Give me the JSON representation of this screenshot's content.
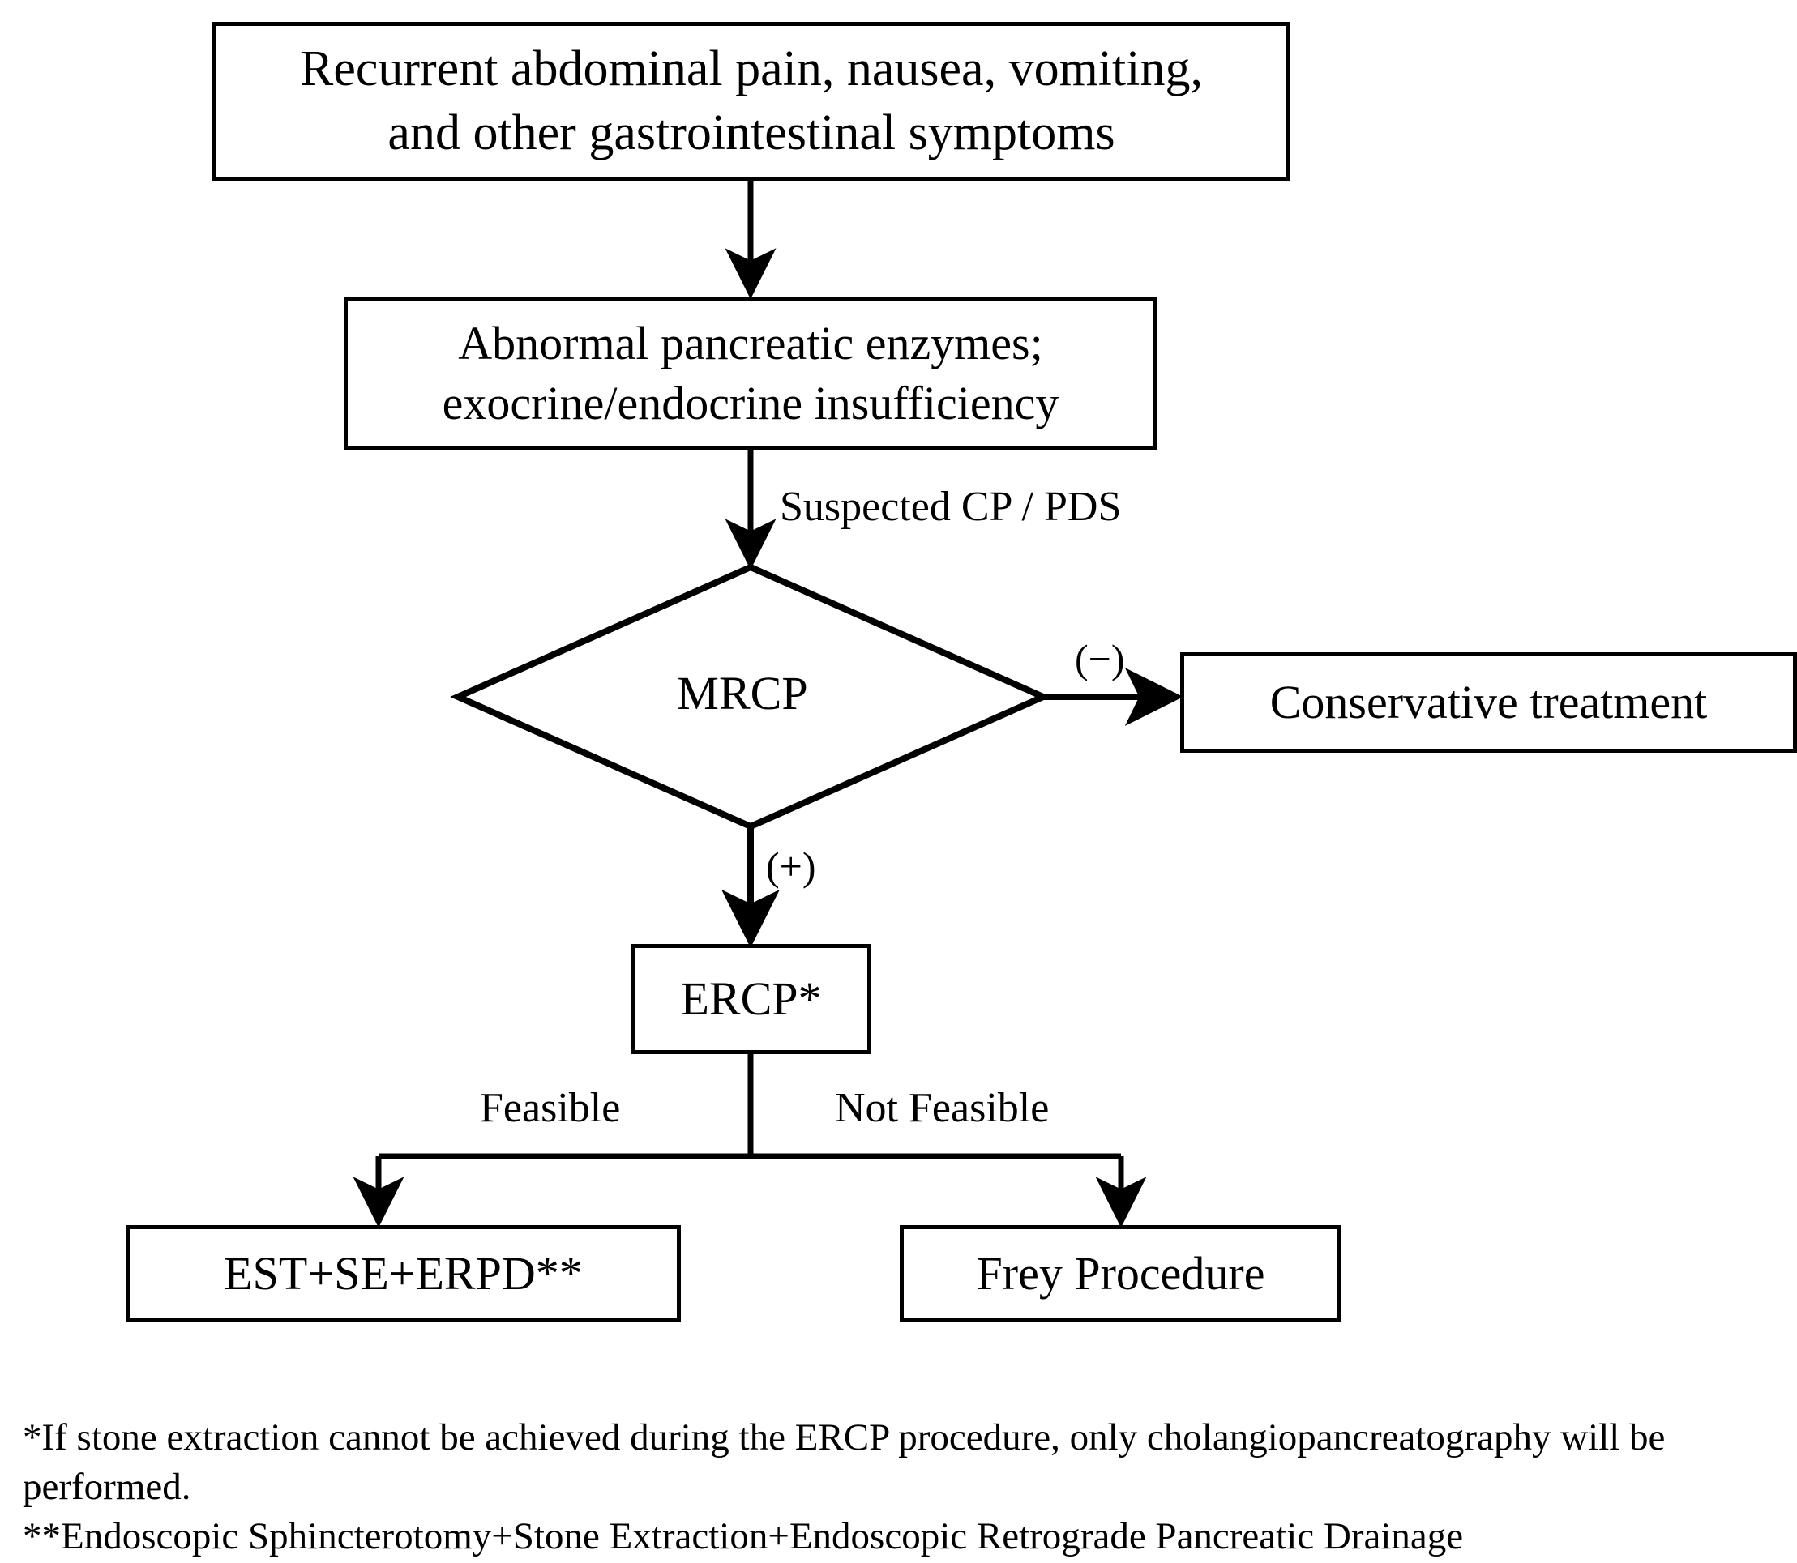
{
  "figure": {
    "type": "clinical-decision-flowchart",
    "stroke_color": "#000000",
    "background_color": "#ffffff"
  },
  "nodes": {
    "symptoms": {
      "shape": "rectangle",
      "text": "Recurrent abdominal pain, nausea, vomiting,\nand other gastrointestinal symptoms"
    },
    "enzymes": {
      "shape": "rectangle",
      "text": "Abnormal pancreatic enzymes;\nexocrine/endocrine insufficiency"
    },
    "mrcp": {
      "shape": "diamond",
      "text": "MRCP"
    },
    "conservative": {
      "shape": "rectangle",
      "text": "Conservative treatment"
    },
    "ercp": {
      "shape": "rectangle",
      "text": "ERCP*"
    },
    "est": {
      "shape": "rectangle",
      "text": "EST+SE+ERPD**"
    },
    "frey": {
      "shape": "rectangle",
      "text": "Frey Procedure"
    }
  },
  "edge_labels": {
    "suspected": "Suspected CP / PDS",
    "negative": "(−)",
    "positive": "(+)",
    "feasible": "Feasible",
    "not_feasible": "Not Feasible"
  },
  "footnotes": {
    "single_asterisk": "*If stone extraction cannot be achieved during the ERCP procedure, only cholangiopancreatography will be performed.",
    "double_asterisk": "**Endoscopic Sphincterotomy+Stone Extraction+Endoscopic Retrograde Pancreatic Drainage"
  }
}
